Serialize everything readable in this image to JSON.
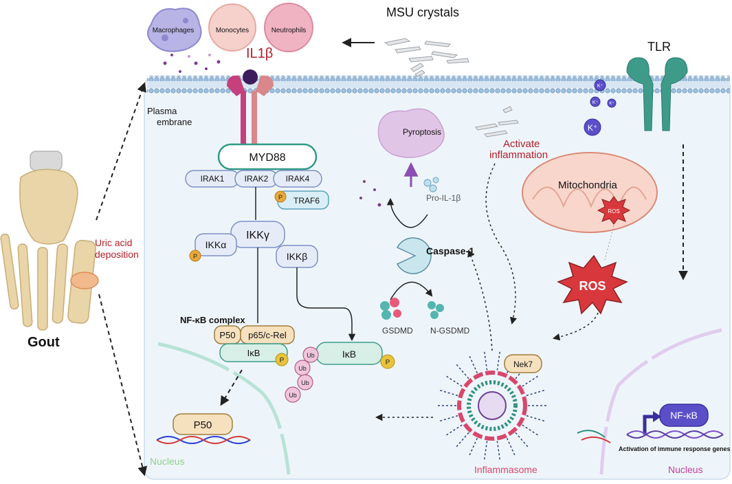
{
  "title": "MSU crystals",
  "cytokine": "IL1β",
  "cells": {
    "macrophages": "Macrophages",
    "monocytes": "Monocytes",
    "neutrophils": "Neutrophils"
  },
  "membrane_label_1": "Plasma",
  "membrane_label_2": "embrane",
  "tlr": "TLR",
  "potassium": "K⁺",
  "foot": {
    "deposition_1": "Uric acid",
    "deposition_2": "deposition",
    "gout": "Gout"
  },
  "pathway": {
    "myd88": "MYD88",
    "irak1": "IRAK1",
    "irak2": "IRAK2",
    "irak4": "IRAK4",
    "traf6": "TRAF6",
    "ikk_gamma": "IKKγ",
    "ikk_alpha": "IKKα",
    "ikk_beta": "IKKβ",
    "phospho": "P",
    "nfkb_complex": "NF-κB complex",
    "p50": "P50",
    "p65": "p65/c-Rel",
    "ikb": "IκB",
    "ub": "Ub"
  },
  "pyroptosis": "Pyroptosis",
  "pro_il1b": "Pro-IL-1β",
  "activate_1": "Activate",
  "activate_2": "inflammation",
  "mitochondria": "Mitochondria",
  "ros": "ROS",
  "caspase": "Caspase-1",
  "gsdmd": "GSDMD",
  "n_gsdmd": "N-GSDMD",
  "nek7": "Nek7",
  "inflammasome": "Inflammasome",
  "nucleus": "Nucleus",
  "nfkb": "NF-κB",
  "genes": "Activation of immune response genes",
  "colors": {
    "cell_bg": "#eef5fa",
    "membrane": "#8fb3d6",
    "red_label": "#b3202a",
    "receptor": "#c5407d",
    "tlr": "#3e9b8a",
    "ros": "#d8383c",
    "purple": "#8a4fb3",
    "inflammasome": "#d8476a"
  }
}
